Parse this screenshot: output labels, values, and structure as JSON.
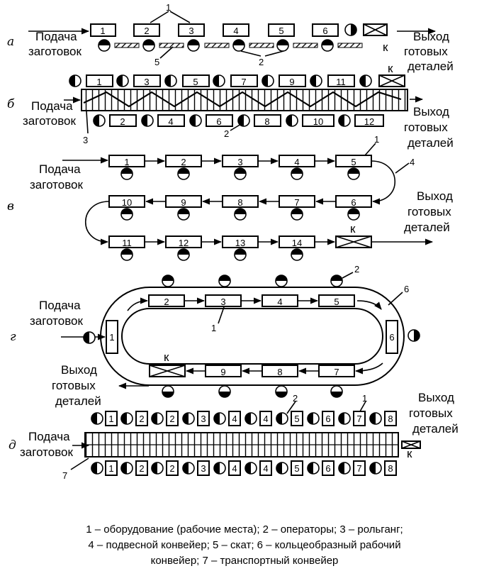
{
  "panel_labels": {
    "a": "а",
    "b": "б",
    "v": "в",
    "g": "г",
    "d": "д"
  },
  "texts": {
    "input_1": "Подача",
    "input_2": "заготовок",
    "output_1": "Выход",
    "output_2": "готовых",
    "output_3": "деталей",
    "control_mark": "к"
  },
  "callouts": {
    "c1": "1",
    "c2": "2",
    "c3": "3",
    "c4": "4",
    "c5": "5",
    "c6": "6",
    "c7": "7"
  },
  "panel_a": {
    "stations": [
      "1",
      "2",
      "3",
      "4",
      "5",
      "6"
    ]
  },
  "panel_b": {
    "top_stations": [
      "1",
      "3",
      "5",
      "7",
      "9",
      "11"
    ],
    "bottom_stations": [
      "2",
      "4",
      "6",
      "8",
      "10",
      "12"
    ]
  },
  "panel_v": {
    "row1": [
      "1",
      "2",
      "3",
      "4",
      "5"
    ],
    "row2": [
      "10",
      "9",
      "8",
      "7",
      "6"
    ],
    "row3": [
      "11",
      "12",
      "13",
      "14"
    ]
  },
  "panel_g": {
    "top": [
      "2",
      "3",
      "4",
      "5"
    ],
    "left": "1",
    "right": "6",
    "bottom": [
      "9",
      "8",
      "7"
    ]
  },
  "panel_d": {
    "top": [
      "1",
      "2",
      "2",
      "3",
      "4",
      "4",
      "5",
      "6",
      "7",
      "8"
    ],
    "bottom": [
      "1",
      "2",
      "2",
      "3",
      "4",
      "4",
      "5",
      "6",
      "7",
      "8"
    ]
  },
  "legend": {
    "line1": "1 – оборудование (рабочие места); 2 – операторы; 3 – рольганг;",
    "line2": "4 – подвесной конвейер; 5 – скат; 6 – кольцеобразный рабочий",
    "line3": "конвейер; 7 – транспортный конвейер"
  }
}
